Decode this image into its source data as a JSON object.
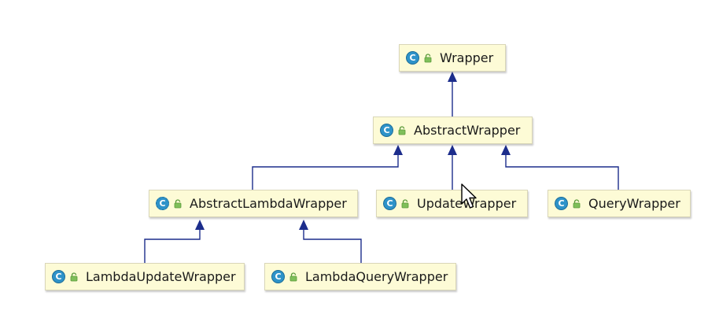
{
  "diagram": {
    "nodes": {
      "wrapper": {
        "label": "Wrapper",
        "icon": "class-icon",
        "icon_letter": "C"
      },
      "abstract_wrapper": {
        "label": "AbstractWrapper",
        "icon": "class-icon",
        "icon_letter": "C"
      },
      "abstract_lambda_wrapper": {
        "label": "AbstractLambdaWrapper",
        "icon": "abstract-class-icon",
        "icon_letter": "C"
      },
      "update_wrapper": {
        "label": "UpdateWrapper",
        "icon": "class-icon",
        "icon_letter": "C"
      },
      "query_wrapper": {
        "label": "QueryWrapper",
        "icon": "class-icon",
        "icon_letter": "C"
      },
      "lambda_update_wrapper": {
        "label": "LambdaUpdateWrapper",
        "icon": "class-icon",
        "icon_letter": "C"
      },
      "lambda_query_wrapper": {
        "label": "LambdaQueryWrapper",
        "icon": "class-icon",
        "icon_letter": "C"
      }
    },
    "edges": [
      {
        "from": "abstract_wrapper",
        "to": "wrapper"
      },
      {
        "from": "abstract_lambda_wrapper",
        "to": "abstract_wrapper"
      },
      {
        "from": "update_wrapper",
        "to": "abstract_wrapper"
      },
      {
        "from": "query_wrapper",
        "to": "abstract_wrapper"
      },
      {
        "from": "lambda_update_wrapper",
        "to": "abstract_lambda_wrapper"
      },
      {
        "from": "lambda_query_wrapper",
        "to": "abstract_lambda_wrapper"
      }
    ],
    "colors": {
      "node_fill": "#fdfbd6",
      "edge": "#1c2d8c",
      "class_icon": "#2e93c9",
      "lock_icon": "#5a9a3a"
    }
  }
}
